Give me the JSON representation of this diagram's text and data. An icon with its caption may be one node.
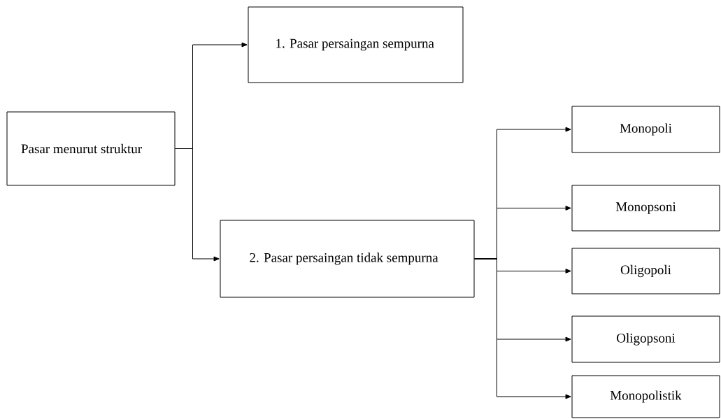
{
  "diagram": {
    "nodes": [
      {
        "text": [
          "Pasar menurut struktur"
        ]
      },
      {
        "text": [
          "1. Pasar persaingan sempurna"
        ]
      },
      {
        "text": [
          "2. Pasar persaingan tidak sempurna"
        ]
      },
      {
        "text": [
          "Monopoli"
        ]
      },
      {
        "text": [
          "Monopsoni"
        ]
      },
      {
        "text": [
          "Oligopoli"
        ]
      },
      {
        "text": [
          "Oligopsoni"
        ]
      },
      {
        "text": [
          "Monopolistik"
        ]
      }
    ],
    "edges": [
      {
        "from": 0,
        "to": 1,
        "arrow": "to"
      },
      {
        "from": 0,
        "to": 2,
        "arrow": "to"
      },
      {
        "from": 2,
        "to": 3,
        "arrow": "to"
      },
      {
        "from": 2,
        "to": 4,
        "arrow": "to"
      },
      {
        "from": 2,
        "to": 5,
        "arrow": "to"
      },
      {
        "from": 2,
        "to": 6,
        "arrow": "to"
      },
      {
        "from": 2,
        "to": 7,
        "arrow": "to"
      }
    ]
  }
}
